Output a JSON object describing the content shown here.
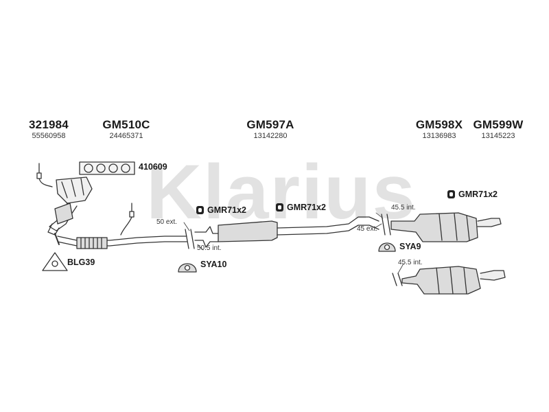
{
  "watermark": "Klarius",
  "columns": [
    {
      "part_number": "321984",
      "oem": "55560958"
    },
    {
      "part_number": "GM510C",
      "oem": "24465371"
    },
    {
      "part_number": "GM597A",
      "oem": "13142280"
    },
    {
      "part_number": "GM598X",
      "oem": "13136983"
    },
    {
      "part_number": "GM599W",
      "oem": "13145223"
    }
  ],
  "labels": {
    "gasket": "410609",
    "mount_1": "GMR71x2",
    "mount_2": "GMR71x2",
    "mount_3": "GMR71x2",
    "flange_gasket": "BLG39",
    "clamp_1": "SYA10",
    "clamp_2": "SYA9"
  },
  "dimensions": {
    "d50_ext": "50 ext.",
    "d50_5_int": "50.5 int.",
    "d45_5_int_a": "45.5 int.",
    "d45_ext": "45 ext.",
    "d45_5_int_b": "45.5 int."
  },
  "colors": {
    "watermark": "#e2e2e2",
    "line": "#333333",
    "part_fill": "#dcdcdc"
  }
}
